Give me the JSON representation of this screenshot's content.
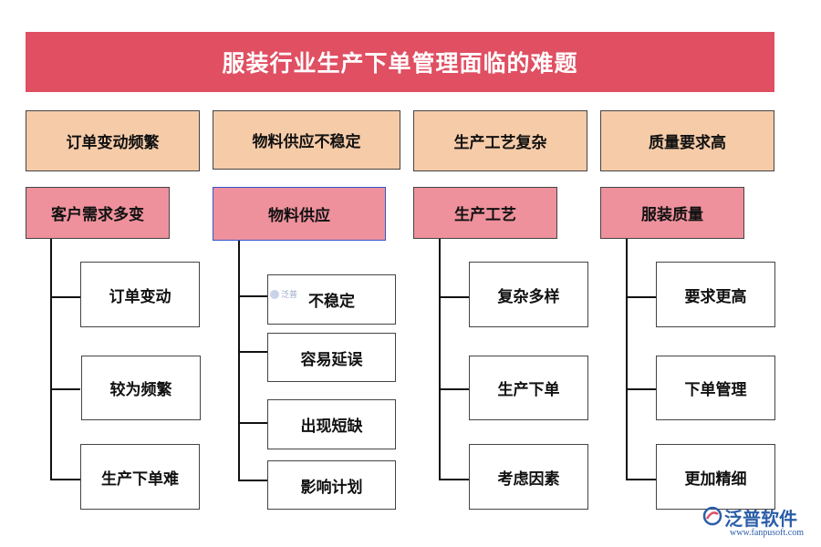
{
  "title": "服装行业生产下单管理面临的难题",
  "columns": [
    {
      "category": "订单变动频繁",
      "subtitle": "客户需求多变",
      "items": [
        "订单变动",
        "较为频繁",
        "生产下单难"
      ]
    },
    {
      "category": "物料供应不稳定",
      "subtitle": "物料供应",
      "items": [
        "不稳定",
        "容易延误",
        "出现短缺",
        "影响计划"
      ]
    },
    {
      "category": "生产工艺复杂",
      "subtitle": "生产工艺",
      "items": [
        "复杂多样",
        "生产下单",
        "考虑因素"
      ]
    },
    {
      "category": "质量要求高",
      "subtitle": "服装质量",
      "items": [
        "要求更高",
        "下单管理",
        "更加精细"
      ]
    }
  ],
  "watermark": {
    "name": "泛普软件",
    "url": "www.fanpusoft.com",
    "mini": "泛普"
  },
  "colors": {
    "banner": "#e04f62",
    "category": "#f6cba8",
    "subtitle": "#ee919c",
    "leaf": "#ffffff",
    "brand": "#2b5ea8"
  }
}
